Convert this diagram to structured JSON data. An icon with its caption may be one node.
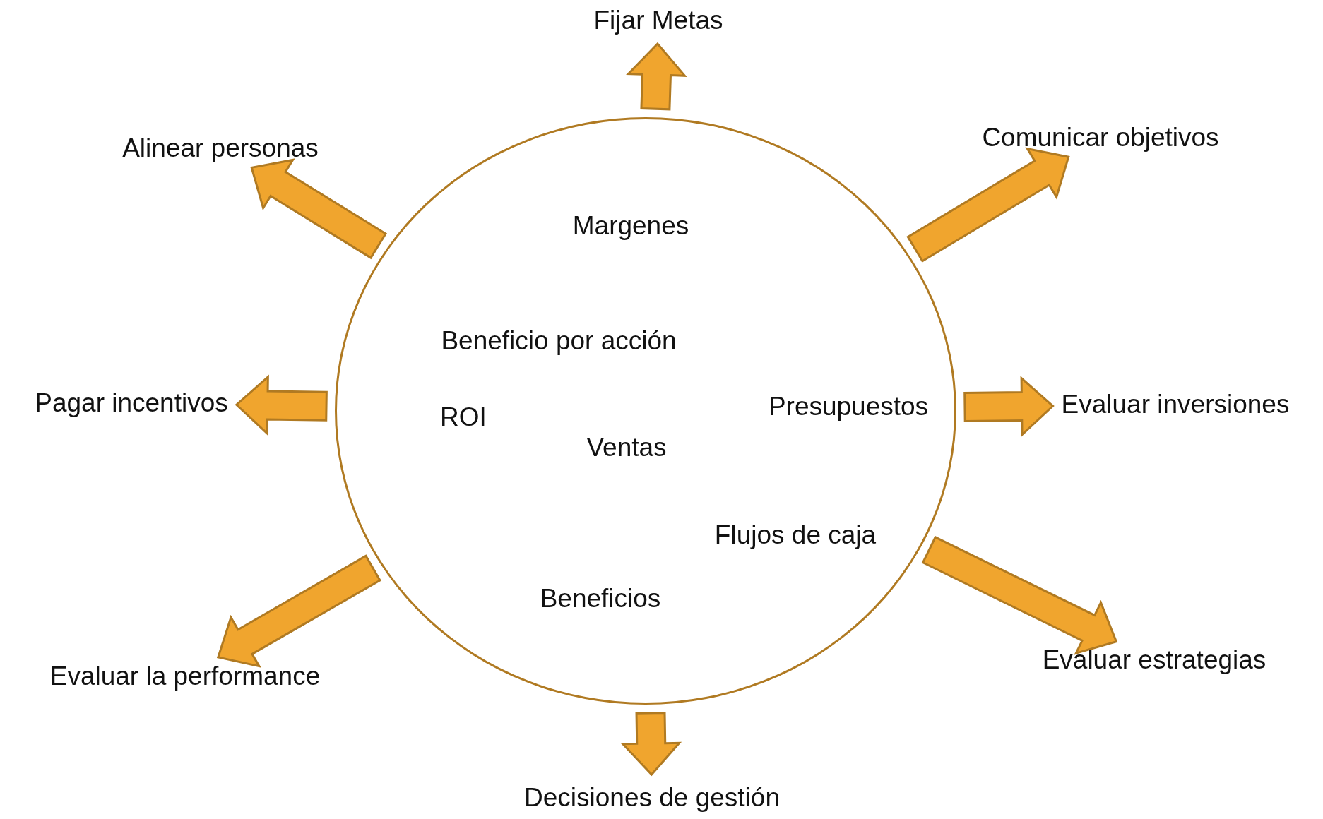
{
  "diagram": {
    "nodes": [
      {
        "text": [
          "Margenes",
          "Beneficio por acción",
          "ROI",
          "Ventas",
          "Presupuestos",
          "Flujos de caja",
          "Beneficios"
        ]
      },
      {
        "text": [
          "Fijar Metas"
        ]
      },
      {
        "text": [
          "Comunicar objetivos"
        ]
      },
      {
        "text": [
          "Evaluar inversiones"
        ]
      },
      {
        "text": [
          "Evaluar estrategias"
        ]
      },
      {
        "text": [
          "Decisiones de gestión"
        ]
      },
      {
        "text": [
          "Evaluar la performance"
        ]
      },
      {
        "text": [
          "Pagar incentivos"
        ]
      },
      {
        "text": [
          "Alinear personas"
        ]
      }
    ],
    "edges": [
      {
        "from": 0,
        "to": 1,
        "arrow": "to"
      },
      {
        "from": 0,
        "to": 2,
        "arrow": "to"
      },
      {
        "from": 0,
        "to": 3,
        "arrow": "to"
      },
      {
        "from": 0,
        "to": 4,
        "arrow": "to"
      },
      {
        "from": 0,
        "to": 5,
        "arrow": "to"
      },
      {
        "from": 0,
        "to": 6,
        "arrow": "to"
      },
      {
        "from": 0,
        "to": 7,
        "arrow": "to"
      },
      {
        "from": 0,
        "to": 8,
        "arrow": "to"
      }
    ]
  }
}
